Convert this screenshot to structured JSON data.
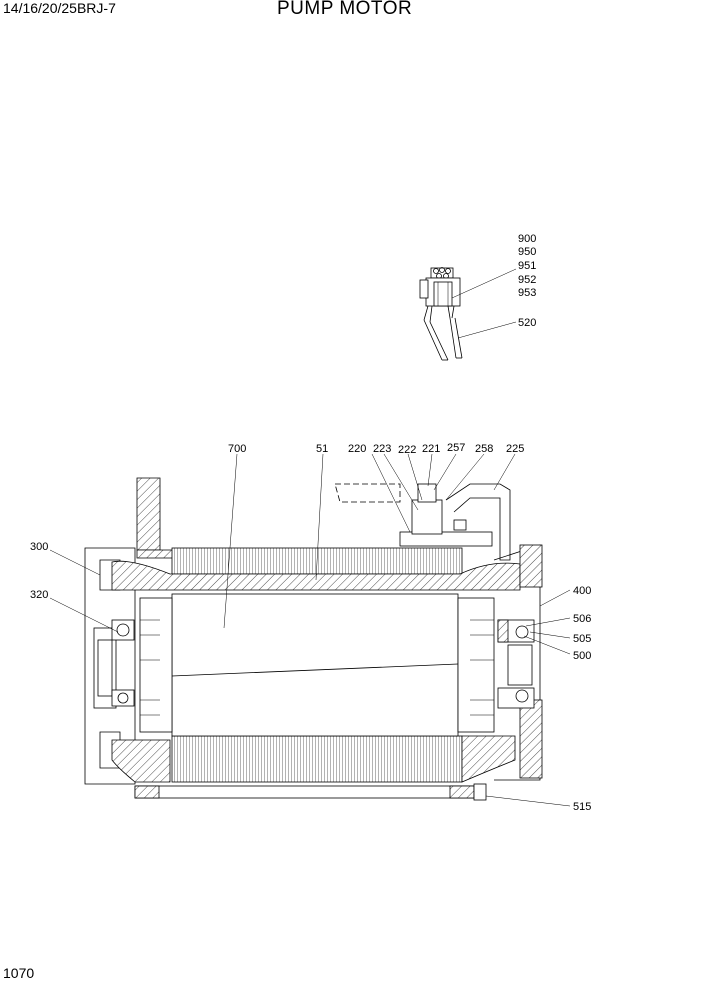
{
  "header": {
    "model": "14/16/20/25BRJ-7",
    "title": "PUMP MOTOR"
  },
  "footer": {
    "page_number": "1070"
  },
  "parts": {
    "p900": "900",
    "p950": "950",
    "p951": "951",
    "p952": "952",
    "p953": "953",
    "p520": "520",
    "p700": "700",
    "p51": "51",
    "p220": "220",
    "p223": "223",
    "p222": "222",
    "p221": "221",
    "p257": "257",
    "p258": "258",
    "p225": "225",
    "p300": "300",
    "p320": "320",
    "p400": "400",
    "p506": "506",
    "p505": "505",
    "p500": "500",
    "p515": "515"
  }
}
